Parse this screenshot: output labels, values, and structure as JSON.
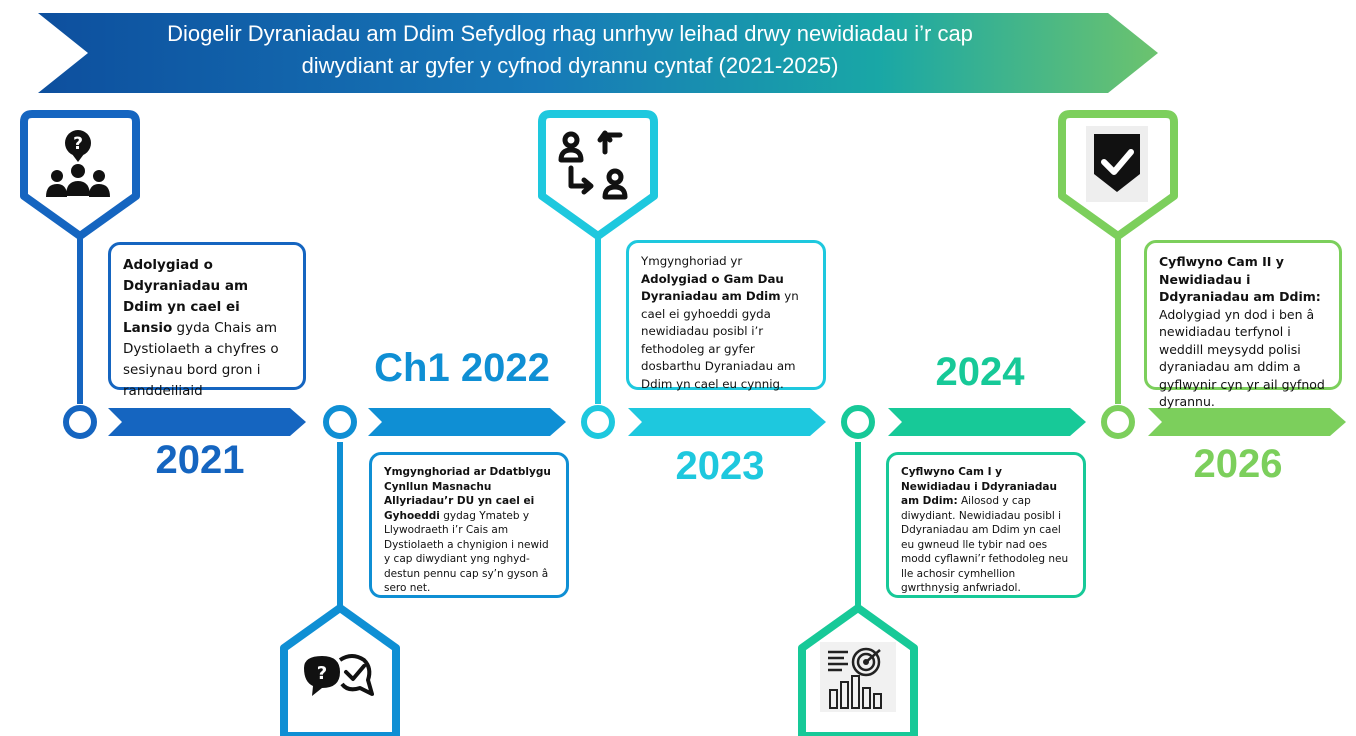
{
  "banner": {
    "line1": "Diogelir Dyraniadau am Ddim Sefydlog rhag unrhyw leihad drwy newidiadau i’r cap",
    "line2": "diwydiant ar gyfer y cyfnod dyrannu cyntaf (2021-2025)"
  },
  "colors": {
    "m2021": "#1565C0",
    "mq12022": "#0f8fd4",
    "m2023": "#1ec8de",
    "m2024": "#17c998",
    "m2026": "#7ccf5c"
  },
  "milestones": [
    {
      "year": "2021",
      "icon": "question-group-icon",
      "card": {
        "bold1": "Adolygiad o Ddyraniadau am Ddim yn cael ei Lansio",
        "text1": " gyda Chais am Dystiolaeth a chyfres o sesiynau bord gron i randdeiliaid"
      }
    },
    {
      "year": "Ch1 2022",
      "icon": "question-check-chat-icon",
      "card": {
        "bold1": "Ymgynghoriad ar Ddatblygu Cynllun Masnachu Allyriadau’r DU yn cael ei Gyhoeddi",
        "text1": " gydag Ymateb y Llywodraeth i’r Cais am Dystiolaeth a chynigion i newid y cap diwydiant yng nghyd-destun pennu cap sy’n gyson â sero net."
      }
    },
    {
      "year": "2023",
      "icon": "user-swap-icon",
      "card": {
        "text0": "Ymgynghoriad yr ",
        "bold1": "Adolygiad o Gam Dau Dyraniadau am Ddim",
        "text1": " yn cael ei gyhoeddi gyda newidiadau posibl i’r fethodoleg ar gyfer dosbarthu Dyraniadau am Ddim yn cael eu cynnig."
      }
    },
    {
      "year": "2024",
      "icon": "target-chart-icon",
      "card": {
        "bold1": "Cyflwyno Cam I y Newidiadau i Ddyraniadau am Ddim:",
        "text1": " Ailosod y cap diwydiant. Newidiadau posibl i Ddyraniadau am Ddim yn cael eu gwneud lle tybir nad oes modd cyflawni’r fethodoleg neu lle achosir cymhellion gwrthnysig anfwriadol."
      }
    },
    {
      "year": "2026",
      "icon": "shield-check-icon",
      "card": {
        "bold1": "Cyflwyno Cam II y Newidiadau i Ddyraniadau am Ddim:",
        "text1": " Adolygiad yn dod i ben â newidiadau terfynol i weddill meysydd polisi dyraniadau am ddim a gyflwynir cyn yr ail gyfnod dyrannu."
      }
    }
  ]
}
